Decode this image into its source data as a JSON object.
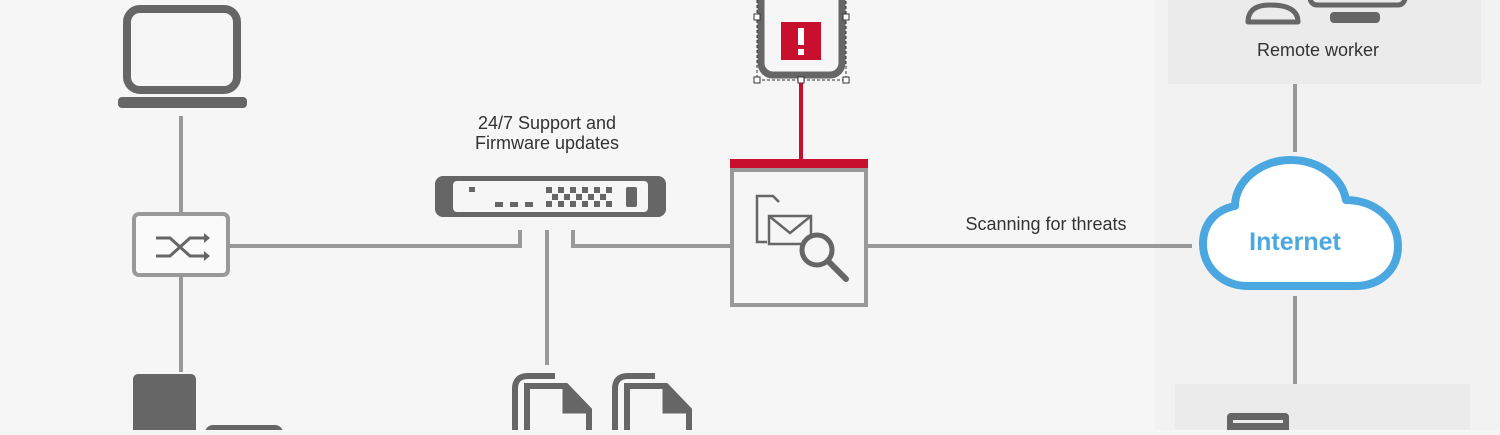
{
  "labels": {
    "support_line1": "24/7 Support and",
    "support_line2": "Firmware updates",
    "scanning": "Scanning for threats",
    "internet": "Internet",
    "remote_worker": "Remote worker"
  },
  "icons": {
    "laptop": "laptop-icon",
    "switch": "network-switch-icon",
    "firewall": "firewall-appliance-icon",
    "scanner": "email-scanner-icon",
    "alert_file": "alert-file-icon",
    "cloud": "cloud-icon",
    "files": "documents-icon",
    "server": "server-icon",
    "remote_worker": "remote-worker-icon"
  },
  "colors": {
    "background": "#f6f6f6",
    "panel": "#eeeeee",
    "line": "#999999",
    "device": "#666666",
    "alert_red": "#c8102e",
    "cloud_blue": "#4aa7e0"
  }
}
